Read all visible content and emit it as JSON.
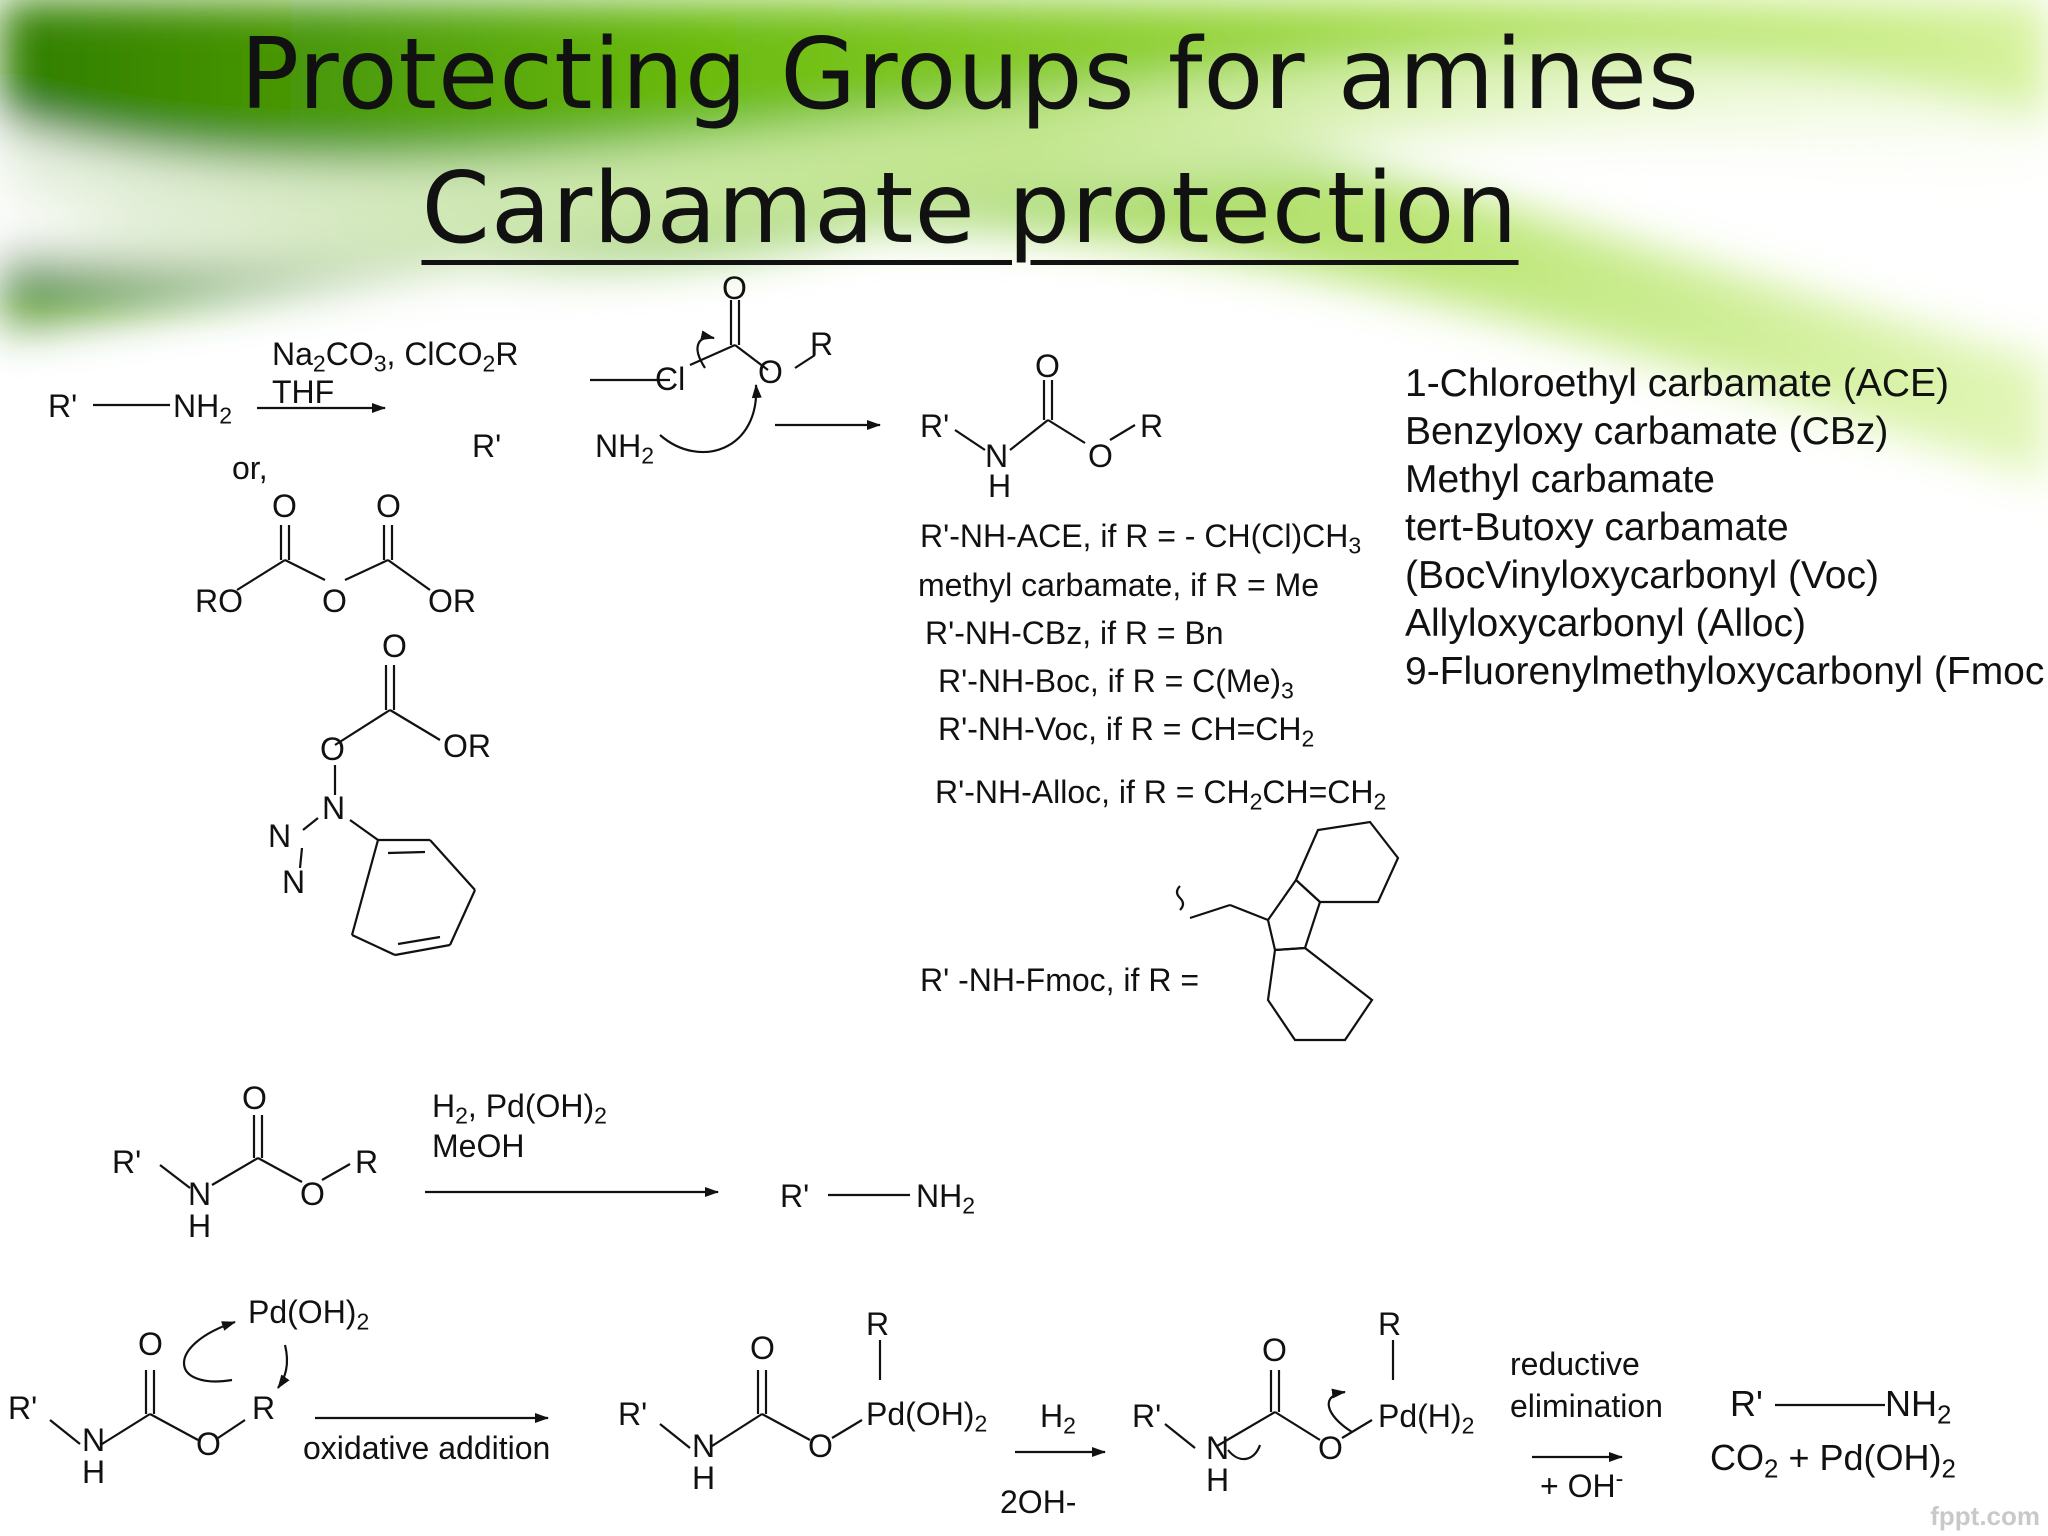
{
  "title": {
    "line1": "Protecting Groups for amines",
    "line2": "Carbamate protection"
  },
  "reagents": {
    "na2co3": "Na",
    "clco2r": ", ClCO",
    "r": "R",
    "thf": "THF",
    "or": "or,"
  },
  "amine": {
    "r_prime": "R'",
    "nh": "NH"
  },
  "atoms": {
    "O": "O",
    "Cl": "Cl",
    "R": "R",
    "RO": "RO",
    "OR": "OR",
    "N": "N",
    "H": "H"
  },
  "products": {
    "ace": "R'-NH-ACE, if R = ",
    "ace_r": "- CH(Cl)CH",
    "methyl": "methyl carbamate, if R = Me",
    "cbz": "R'-NH-CBz, if R = Bn",
    "boc": "R'-NH-Boc, if R = ",
    "boc_r": "C(Me)",
    "voc": "R'-NH-Voc, if R = ",
    "voc_r": "CH=CH",
    "alloc": "R'-NH-Alloc, if R = CH",
    "alloc_r": "CH=CH",
    "fmoc": "R' -NH-Fmoc, if R ="
  },
  "abbreviations": [
    "1-Chloroethyl carbamate (ACE)",
    "Benzyloxy carbamate (CBz)",
    "Methyl carbamate",
    "tert-Butoxy carbamate",
    "(BocVinyloxycarbonyl  (Voc)",
    "Allyloxycarbonyl (Alloc)",
    "9-Fluorenylmethyloxycarbonyl (Fmoc"
  ],
  "deprotection": {
    "h2": "H",
    "pd": ", Pd(OH)",
    "meoh": "MeOH"
  },
  "mechanism": {
    "pdoh": "Pd(OH)",
    "pdh": "Pd(H)",
    "oxidative": "oxidative addition",
    "h2": "H",
    "two_oh": "2OH-",
    "reductive1": "reductive",
    "reductive2": "elimination",
    "plus_oh": "+ OH",
    "co2": "CO",
    "plus_pd": " + Pd(OH)"
  },
  "watermark": "fppt.com",
  "colors": {
    "green_dark": "#4f9a00",
    "green_light": "#b8e26a"
  }
}
